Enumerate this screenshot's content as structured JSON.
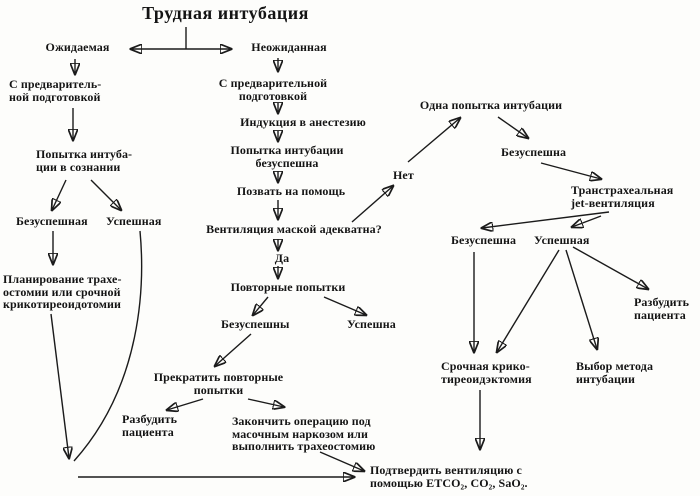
{
  "title": "Трудная интубация",
  "diagram": {
    "type": "flowchart",
    "language": "ru",
    "subject": "Difficult intubation management algorithm",
    "colors": {
      "ink": "#1b1b1b",
      "background": "#fdfdfb"
    },
    "nodes": {
      "expected": "Ожидаемая",
      "unexpected": "Неожиданная",
      "prep_left": "С предваритель-\nной подготовкой",
      "attempt_awake": "Попытка интуба-\nции в сознании",
      "unsuccessful_left": "Безуспешная",
      "successful_left": "Успешная",
      "planning": "Планирование трахе-\nостомии или срочной\nкрикотиреоидотомии",
      "prep_mid": "С предварительной\nподготовкой",
      "induction": "Индукция в анестезию",
      "attempt_failed": "Попытка интубации\nбезуспешна",
      "call_help": "Позвать на помощь",
      "mask_adequate": "Вентиляция маской адекватна?",
      "yes": "Да",
      "no": "Нет",
      "repeat_attempts": "Повторные попытки",
      "unsuccessful_mid": "Безуспешны",
      "successful_mid": "Успешна",
      "stop_attempts": "Прекратить повторные\nпопытки",
      "wake_left": "Разбудить\nпациента",
      "finish_op": "Закончить операцию под\nмасочным наркозом или\nвыполнить трахеостомию",
      "one_attempt": "Одна попытка интубации",
      "unsuccessful_r1": "Безуспешна",
      "jet": "Транстрахеальная\njet-вентиляция",
      "unsuccessful_r2": "Безуспешна",
      "successful_r": "Успешная",
      "wake_right": "Разбудить\nпациента",
      "cricothyroidectomy": "Срочная крико-\nтиреоидэктомия",
      "method_choice": "Выбор метода\nинтубации",
      "confirm": "Подтвердить вентиляцию с\nпомощью ETCO₂, CO₂, SaO₂."
    },
    "edges": [
      {
        "from": "title",
        "to": "expected"
      },
      {
        "from": "title",
        "to": "unexpected"
      },
      {
        "from": "expected",
        "to": "prep_left"
      },
      {
        "from": "prep_left",
        "to": "attempt_awake"
      },
      {
        "from": "attempt_awake",
        "to": "unsuccessful_left"
      },
      {
        "from": "attempt_awake",
        "to": "successful_left"
      },
      {
        "from": "unsuccessful_left",
        "to": "planning"
      },
      {
        "from": "planning",
        "to": "confirm"
      },
      {
        "from": "successful_left",
        "to": "confirm"
      },
      {
        "from": "unexpected",
        "to": "prep_mid"
      },
      {
        "from": "prep_mid",
        "to": "induction"
      },
      {
        "from": "induction",
        "to": "attempt_failed"
      },
      {
        "from": "attempt_failed",
        "to": "call_help"
      },
      {
        "from": "call_help",
        "to": "mask_adequate"
      },
      {
        "from": "mask_adequate",
        "to": "yes"
      },
      {
        "from": "mask_adequate",
        "to": "no"
      },
      {
        "from": "no",
        "to": "one_attempt"
      },
      {
        "from": "yes",
        "to": "repeat_attempts"
      },
      {
        "from": "repeat_attempts",
        "to": "unsuccessful_mid"
      },
      {
        "from": "repeat_attempts",
        "to": "successful_mid"
      },
      {
        "from": "unsuccessful_mid",
        "to": "stop_attempts"
      },
      {
        "from": "stop_attempts",
        "to": "wake_left"
      },
      {
        "from": "stop_attempts",
        "to": "finish_op"
      },
      {
        "from": "finish_op",
        "to": "confirm"
      },
      {
        "from": "one_attempt",
        "to": "unsuccessful_r1"
      },
      {
        "from": "unsuccessful_r1",
        "to": "jet"
      },
      {
        "from": "jet",
        "to": "unsuccessful_r2"
      },
      {
        "from": "jet",
        "to": "successful_r"
      },
      {
        "from": "unsuccessful_r2",
        "to": "cricothyroidectomy"
      },
      {
        "from": "successful_r",
        "to": "cricothyroidectomy"
      },
      {
        "from": "successful_r",
        "to": "method_choice"
      },
      {
        "from": "successful_r",
        "to": "wake_right"
      },
      {
        "from": "cricothyroidectomy",
        "to": "confirm"
      }
    ]
  }
}
